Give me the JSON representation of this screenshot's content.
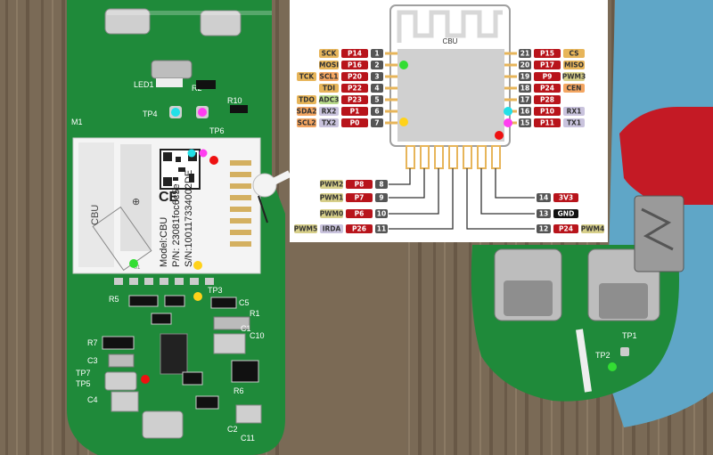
{
  "module": {
    "diagram_title": "CBU",
    "label_brand": "CBU",
    "label_model": "Model:CBU",
    "label_pn": "P/N: 23081foc6c5e",
    "label_sn": "S/N:100117334002DE",
    "antenna_label": "S1"
  },
  "pcb_silk": {
    "left": [
      "LED1",
      "R2",
      "R10",
      "TP4",
      "TP6",
      "M1",
      "R5",
      "TP3",
      "C5",
      "R1",
      "R7",
      "C3",
      "TP7",
      "TP5",
      "C4",
      "C10",
      "C1",
      "C2",
      "R6",
      "C11"
    ],
    "right": [
      "TP2",
      "TP1"
    ]
  },
  "pins_left": [
    {
      "num": "1",
      "name": "P14",
      "alt": [
        "SCK"
      ]
    },
    {
      "num": "2",
      "name": "P16",
      "alt": [
        "MOSI"
      ]
    },
    {
      "num": "3",
      "name": "P20",
      "alt": [
        "SCL1",
        "TCK"
      ]
    },
    {
      "num": "4",
      "name": "P22",
      "alt": [
        "TDI"
      ]
    },
    {
      "num": "5",
      "name": "P23",
      "alt": [
        "ADC3",
        "TDO"
      ]
    },
    {
      "num": "6",
      "name": "P1",
      "alt": [
        "RX2",
        "SDA2"
      ]
    },
    {
      "num": "7",
      "name": "P0",
      "alt": [
        "TX2",
        "SCL2"
      ]
    }
  ],
  "pins_right": [
    {
      "num": "21",
      "name": "P15",
      "alt": [
        "CS"
      ]
    },
    {
      "num": "20",
      "name": "P17",
      "alt": [
        "MISO"
      ]
    },
    {
      "num": "19",
      "name": "P9",
      "alt": [
        "PWM3"
      ]
    },
    {
      "num": "18",
      "name": "P24",
      "alt": [
        "CEN"
      ]
    },
    {
      "num": "17",
      "name": "P28",
      "alt": []
    },
    {
      "num": "16",
      "name": "P10",
      "alt": [
        "RX1"
      ]
    },
    {
      "num": "15",
      "name": "P11",
      "alt": [
        "TX1"
      ]
    }
  ],
  "pins_bottom_left": [
    {
      "num": "8",
      "name": "P8",
      "alt": [
        "PWM2"
      ]
    },
    {
      "num": "9",
      "name": "P7",
      "alt": [
        "PWM1"
      ]
    },
    {
      "num": "10",
      "name": "P6",
      "alt": [
        "PWM0"
      ]
    },
    {
      "num": "11",
      "name": "P26",
      "alt": [
        "IRDA",
        "PWM5"
      ]
    }
  ],
  "pins_bottom_right": [
    {
      "num": "14",
      "name": "3V3",
      "alt": []
    },
    {
      "num": "13",
      "name": "GND",
      "alt": []
    },
    {
      "num": "12",
      "name": "P24",
      "alt": [
        "PWM4"
      ]
    }
  ],
  "colors": {
    "pcb": "#1f8a3a",
    "pin_red": "#b8141b",
    "pin_num": "#555555",
    "alt_gold": "#e7b55a",
    "alt_olive": "#d7cf8a",
    "alt_lav": "#c9c3dd",
    "alt_orange": "#f3a561",
    "alt_green": "#b8d98a",
    "marker_green": "#33dd33",
    "marker_yellow": "#ffd21a",
    "marker_cyan": "#22e0e8",
    "marker_magenta": "#ff3df0",
    "marker_red": "#ee1111",
    "clip_red": "#c41a25"
  }
}
